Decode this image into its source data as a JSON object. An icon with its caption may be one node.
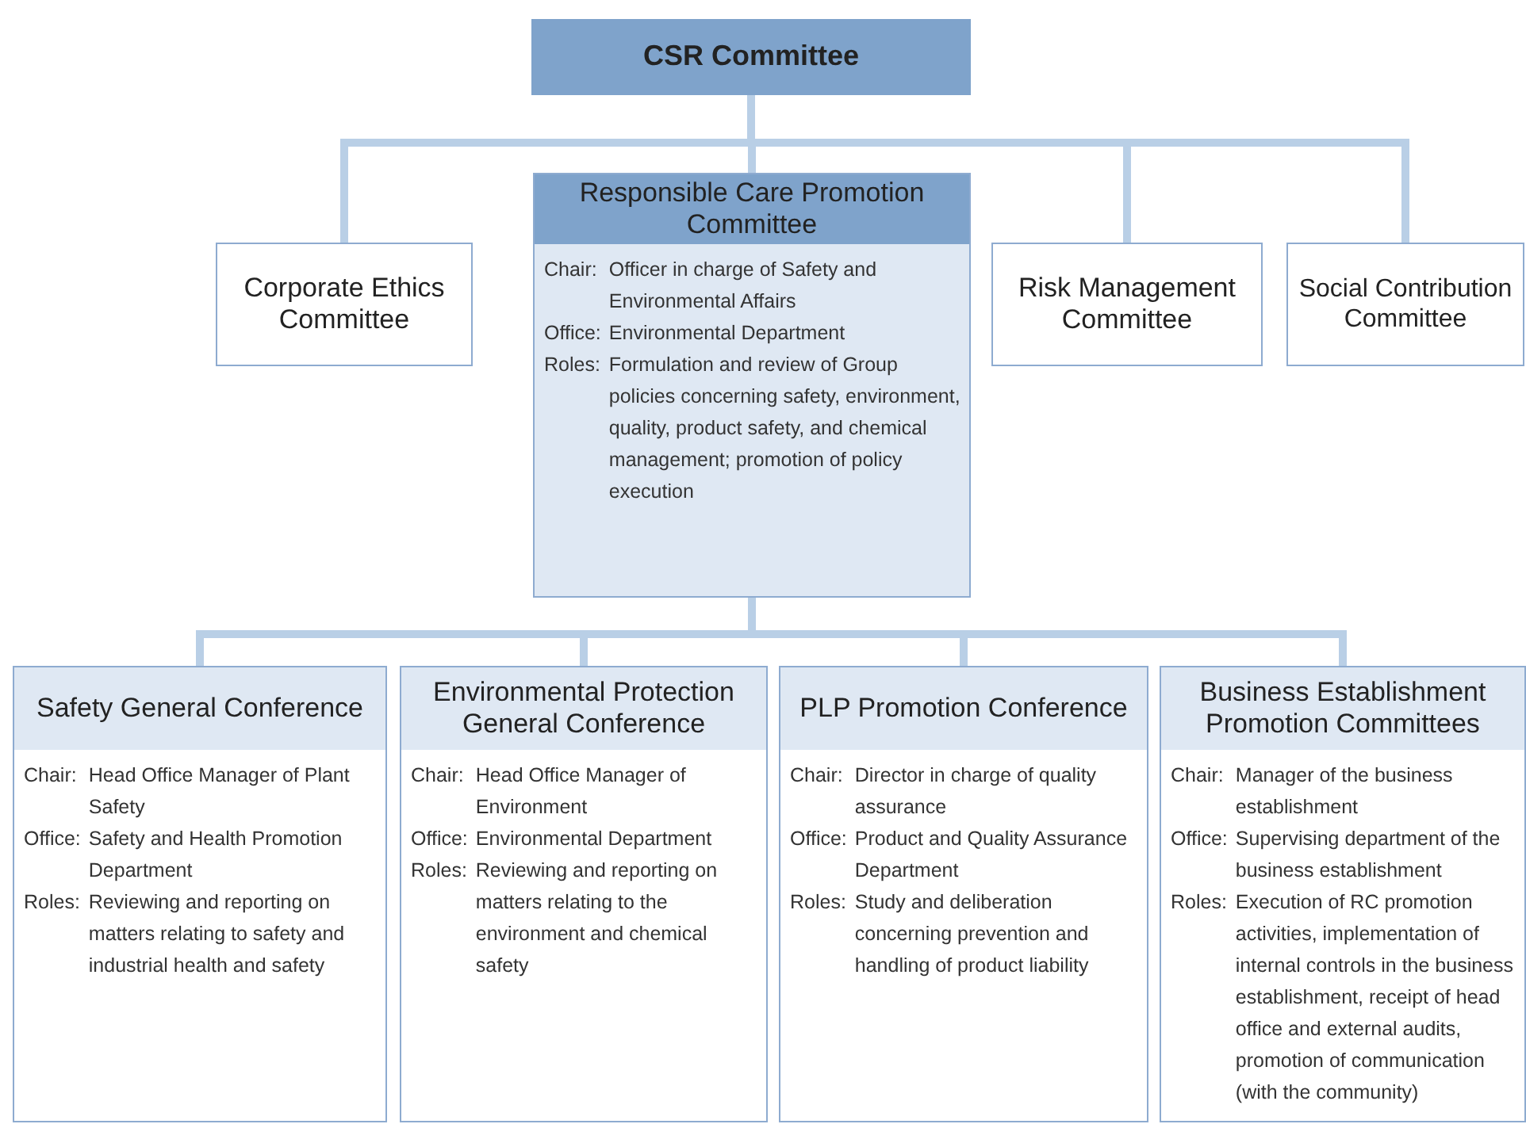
{
  "diagram": {
    "nodes": [
      {
        "text": [
          "CSR Committee"
        ]
      },
      {
        "text": [
          "Corporate Ethics Committee"
        ]
      },
      {
        "text": [
          "Responsible Care Promotion Committee",
          "Chair:",
          "Officer in charge of Safety and Environmental Affairs",
          "Office:",
          "Environmental Department",
          "Roles:",
          "Formulation and review of Group policies concerning safety, environment, quality, product safety, and chemical management; promotion of policy execution"
        ]
      },
      {
        "text": [
          "Risk Management Committee"
        ]
      },
      {
        "text": [
          "Social Contribution Committee"
        ]
      },
      {
        "text": [
          "Safety General Conference",
          "Chair:",
          "Head Office Manager of Plant Safety",
          "Office:",
          "Safety and Health Promotion Department",
          "Roles:",
          "Reviewing and reporting on matters relating to safety and industrial health and safety"
        ]
      },
      {
        "text": [
          "Environmental Protection General Conference",
          "Chair:",
          "Head Office Manager of Environment",
          "Office:",
          "Environmental Department",
          "Roles:",
          "Reviewing and reporting on matters relating to the environment and chemical safety"
        ]
      },
      {
        "text": [
          "PLP Promotion Conference",
          "Chair:",
          "Director in charge of quality assurance",
          "Office:",
          "Product and Quality Assurance Department",
          "Roles:",
          "Study and deliberation concerning prevention and handling of product liability"
        ]
      },
      {
        "text": [
          "Business Establishment Promotion Committees",
          "Chair:",
          "Manager of the business establishment",
          "Office:",
          "Supervising department of the business establishment",
          "Roles:",
          "Execution of RC promotion activities, implementation of internal controls in the business establishment, receipt of head office and external audits, promotion of communication (with the community)"
        ]
      }
    ],
    "edges": [
      {
        "from": 0,
        "to": 1,
        "arrow": "none"
      },
      {
        "from": 0,
        "to": 2,
        "arrow": "none"
      },
      {
        "from": 0,
        "to": 3,
        "arrow": "none"
      },
      {
        "from": 0,
        "to": 4,
        "arrow": "none"
      },
      {
        "from": 2,
        "to": 5,
        "arrow": "none"
      },
      {
        "from": 2,
        "to": 6,
        "arrow": "none"
      },
      {
        "from": 2,
        "to": 7,
        "arrow": "none"
      },
      {
        "from": 2,
        "to": 8,
        "arrow": "none"
      }
    ]
  }
}
